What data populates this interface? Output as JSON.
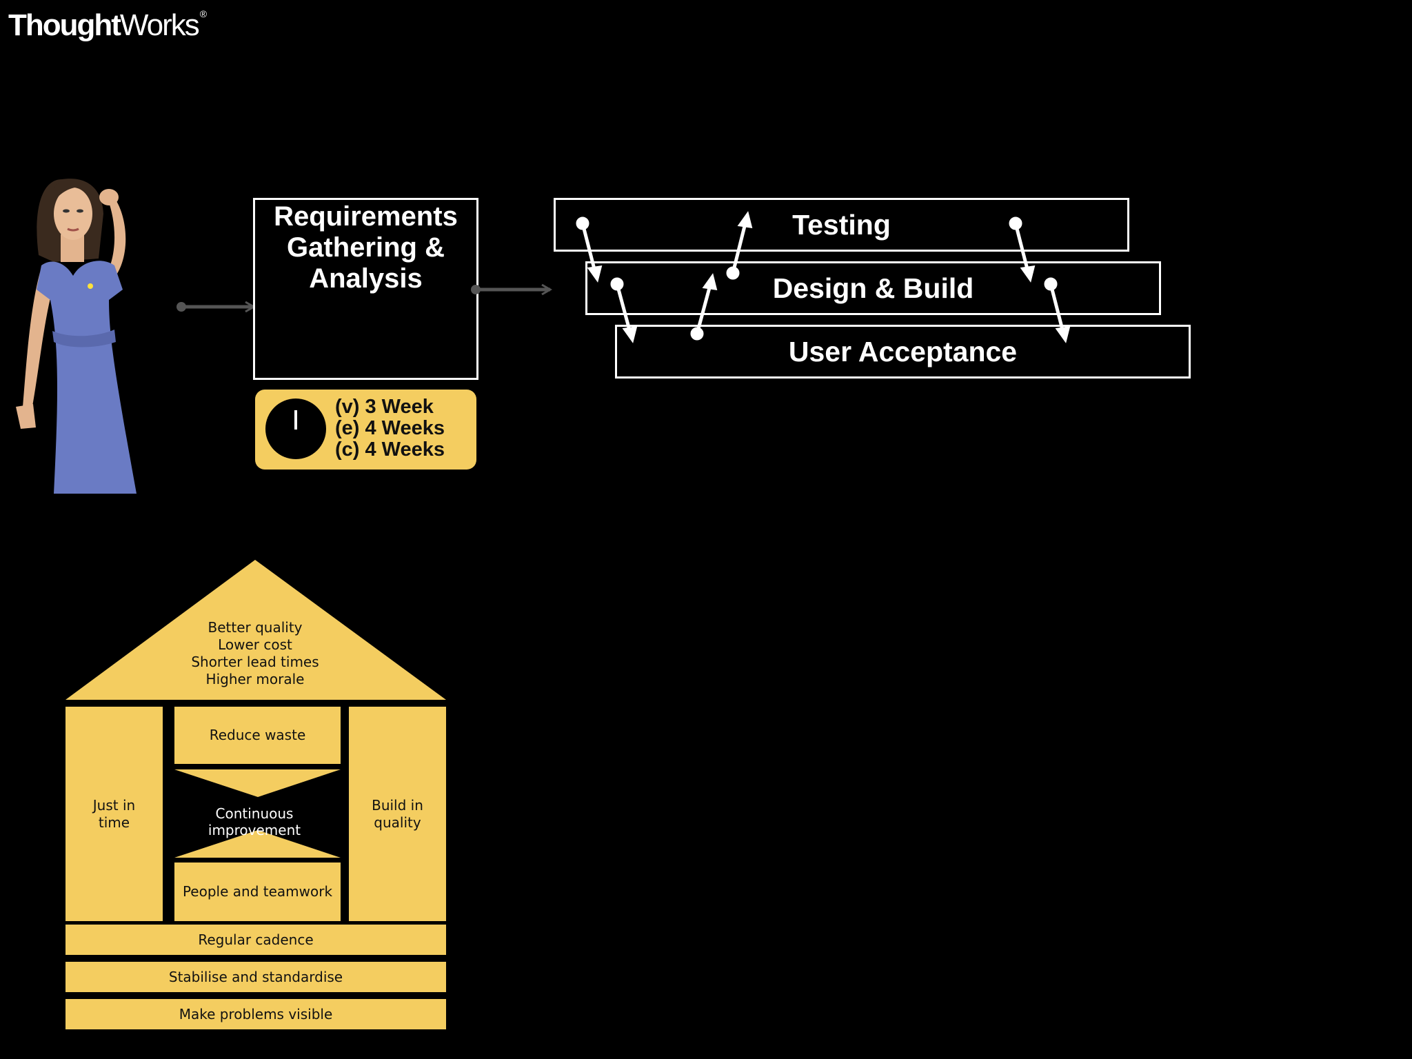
{
  "logo": {
    "bold": "Thought",
    "light": "Works",
    "reg": "®"
  },
  "requirements": {
    "lines": [
      "Requirements",
      "Gathering &",
      "Analysis"
    ]
  },
  "phases": {
    "testing": "Testing",
    "design": "Design & Build",
    "uat": "User Acceptance"
  },
  "duration": {
    "clock_mark": "I",
    "lines": [
      "(v) 3 Week",
      "(e) 4 Weeks",
      "(c) 4 Weeks"
    ]
  },
  "house": {
    "roof": [
      "Better quality",
      "Lower cost",
      "Shorter lead times",
      "Higher morale"
    ],
    "left_pillar": [
      "Just in",
      "time"
    ],
    "right_pillar": [
      "Build in",
      "quality"
    ],
    "top_center": "Reduce waste",
    "middle": "Continuous improvement",
    "bottom_center": "People and teamwork",
    "foundation": [
      "Regular cadence",
      "Stabilise and standardise",
      "Make problems visible"
    ]
  },
  "colors": {
    "accent": "#f4cd60",
    "background": "#000000",
    "line": "#ffffff"
  }
}
